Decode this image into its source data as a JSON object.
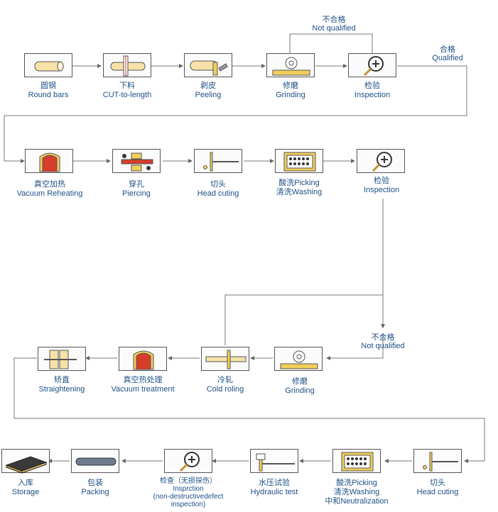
{
  "steps": {
    "round_bars": {
      "zh": "圆钢",
      "en": "Round bars"
    },
    "cut_to_length": {
      "zh": "下料",
      "en": "CUT-to-length"
    },
    "peeling": {
      "zh": "剥皮",
      "en": "Peeling"
    },
    "grinding_1": {
      "zh": "修磨",
      "en": "Grinding"
    },
    "inspection_1": {
      "zh": "检验",
      "en": "Inspection"
    },
    "vacuum_reheating": {
      "zh": "真空加热",
      "en": "Vacuum Reheating"
    },
    "piercing": {
      "zh": "穿孔",
      "en": "Piercing"
    },
    "head_cutting_1": {
      "zh": "切头",
      "en": "Head cuting"
    },
    "pickling_1": {
      "zh": "酸洗Picking",
      "en": "清洗Washing"
    },
    "inspection_2": {
      "zh": "检验",
      "en": "Inspection"
    },
    "grinding_2": {
      "zh": "修磨",
      "en": "Grinding"
    },
    "cold_rolling": {
      "zh": "冷轧",
      "en": "Cold roling"
    },
    "vacuum_treatment": {
      "zh": "真空热处理",
      "en": "Vacuum treatment"
    },
    "straightening": {
      "zh": "矫直",
      "en": "Straightening"
    },
    "head_cutting_2": {
      "zh": "切头",
      "en": "Head cuting"
    },
    "pickling_2": {
      "zh": "酸洗Picking",
      "en": "清洗Washing",
      "extra": "中和Neutralization"
    },
    "hydraulic_test": {
      "zh": "水压试验",
      "en": "Hydraulic test"
    },
    "ndt_inspection": {
      "zh": "检查（无损探伤）",
      "en": "Insprction",
      "extra": "(non-destructivedefect",
      "extra2": "inspection)"
    },
    "packing": {
      "zh": "包装",
      "en": "Packing"
    },
    "storage": {
      "zh": "入库",
      "en": "Storage"
    }
  },
  "notes": {
    "not_qualified_top": {
      "zh": "不合格",
      "en": "Not qualified"
    },
    "qualified": {
      "zh": "合格",
      "en": "Qualified"
    },
    "not_qualified_mid": {
      "zh": "不合格",
      "en": "Not qualified"
    }
  },
  "colors": {
    "line": "#666666",
    "text": "#1d4f86",
    "accent_yellow": "#f1cf5a",
    "accent_red": "#d63d2a"
  }
}
